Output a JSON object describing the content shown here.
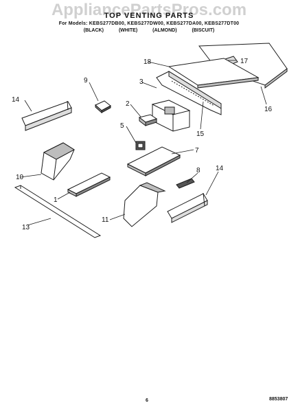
{
  "watermark": "AppliancePartsPros.com",
  "title": "TOP VENTING PARTS",
  "subtitle": "For Models: KEBS277DB00, KEBS277DW00, KEBS277DA00, KEBS277DT00",
  "variants": [
    "(BLACK)",
    "(WHITE)",
    "(ALMOND)",
    "(BISCUIT)"
  ],
  "callouts": [
    "1",
    "2",
    "3",
    "5",
    "7",
    "8",
    "9",
    "10",
    "11",
    "13",
    "14",
    "14",
    "15",
    "16",
    "17",
    "18"
  ],
  "page_number": "6",
  "doc_number": "8853807",
  "colors": {
    "line": "#1a1a1a",
    "fill": "#ffffff",
    "shade": "#bdbdbd"
  }
}
